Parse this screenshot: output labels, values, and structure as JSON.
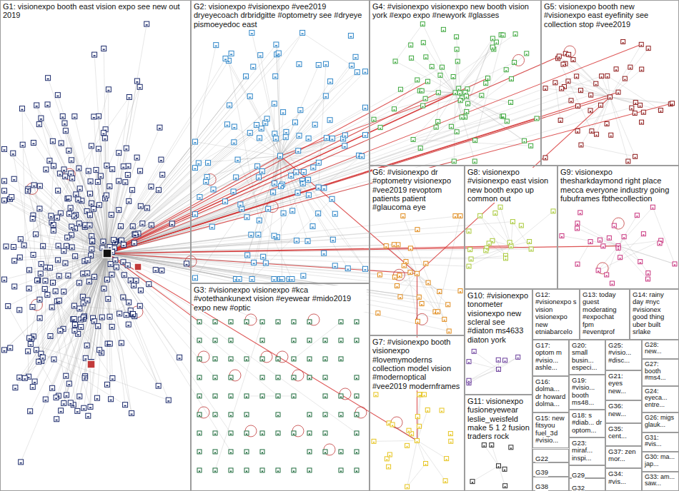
{
  "diagram": {
    "nodes": [
      {
        "text": [
          "G1: visionexpo booth east vision expo see new out 2019"
        ]
      },
      {
        "text": [
          "G2: visionexpo #visionexpo #vee2019 dryeyecoach drbridgitte #optometry see #dryeye pismoeyedoc east"
        ]
      },
      {
        "text": [
          "G3: #visionexpo visionexpo #kca #votethankunext vision #eyewear #mido2019 expo new #optic"
        ]
      },
      {
        "text": [
          "G4: #visionexpo visionexpo new booth vision york #expo expo #newyork #glasses"
        ]
      },
      {
        "text": [
          "G5: visionexpo booth new #visionexpo east eyefinity see collection stop #vee2019"
        ]
      },
      {
        "text": [
          "G6: #visionexpo dr #optometry visionexpo #vee2019 revoptom patients patient #glaucoma eye"
        ]
      },
      {
        "text": [
          "G7: #visionexpo booth visionexpo #lovemymoderns collection model vision #modernoptical #vee2019 modernframes"
        ]
      },
      {
        "text": [
          "G8: visionexpo #visionexpo east vision new booth expo up common out"
        ]
      },
      {
        "text": [
          "G9: visionexpo thesharkdaymond right place mecca everyone industry going fubuframes fbthecollection"
        ]
      },
      {
        "text": [
          "G10: #visionexpo tonometer visionexpo new scleral see #diaton ms4633 diaton york"
        ]
      },
      {
        "text": [
          "G11: visionexpo fusioneyewear leslie_weisfeld make 5 1 2 fusion traders rock"
        ]
      },
      {
        "text": [
          "G12: #visionexpo s vision visionexpo new etniabarcelo"
        ]
      },
      {
        "text": [
          "G13: today guest moderating #expochat fpm #eventprof"
        ]
      },
      {
        "text": [
          "G14: rainy day #nyc #visionex good thing uber built srlake"
        ]
      },
      {
        "text": [
          "G15: new fitsyou fuel_3d #visio..."
        ]
      },
      {
        "text": [
          "G16: dolma... dr howard dolma..."
        ]
      },
      {
        "text": [
          "G17: optom m #visio... ashle..."
        ]
      },
      {
        "text": [
          "G18: s #diab... dr optom..."
        ]
      },
      {
        "text": [
          "G19: #visio... booth ms48..."
        ]
      },
      {
        "text": [
          "G20: small busin... especi..."
        ]
      },
      {
        "text": [
          "G21: eyes new..."
        ]
      },
      {
        "text": [
          "G22"
        ]
      },
      {
        "text": [
          "G23: miraf... inspi..."
        ]
      },
      {
        "text": [
          "G24: eyeca... entre..."
        ]
      },
      {
        "text": [
          "G25: #visio... #disc..."
        ]
      },
      {
        "text": [
          "G26: migs glauk..."
        ]
      },
      {
        "text": [
          "G27: booth #ms4..."
        ]
      },
      {
        "text": [
          "G28: new..."
        ]
      },
      {
        "text": [
          "G29"
        ]
      },
      {
        "text": [
          "G30: ma... jap..."
        ]
      },
      {
        "text": [
          "G31: #vis..."
        ]
      },
      {
        "text": [
          "G32"
        ]
      },
      {
        "text": [
          "G33: am... saw..."
        ]
      },
      {
        "text": [
          "G34: #vis..."
        ]
      },
      {
        "text": [
          "G35: cent..."
        ]
      },
      {
        "text": [
          "G36: new..."
        ]
      },
      {
        "text": [
          "G37: zen mor..."
        ]
      },
      {
        "text": [
          "G38"
        ]
      },
      {
        "text": [
          "G39"
        ]
      }
    ]
  }
}
